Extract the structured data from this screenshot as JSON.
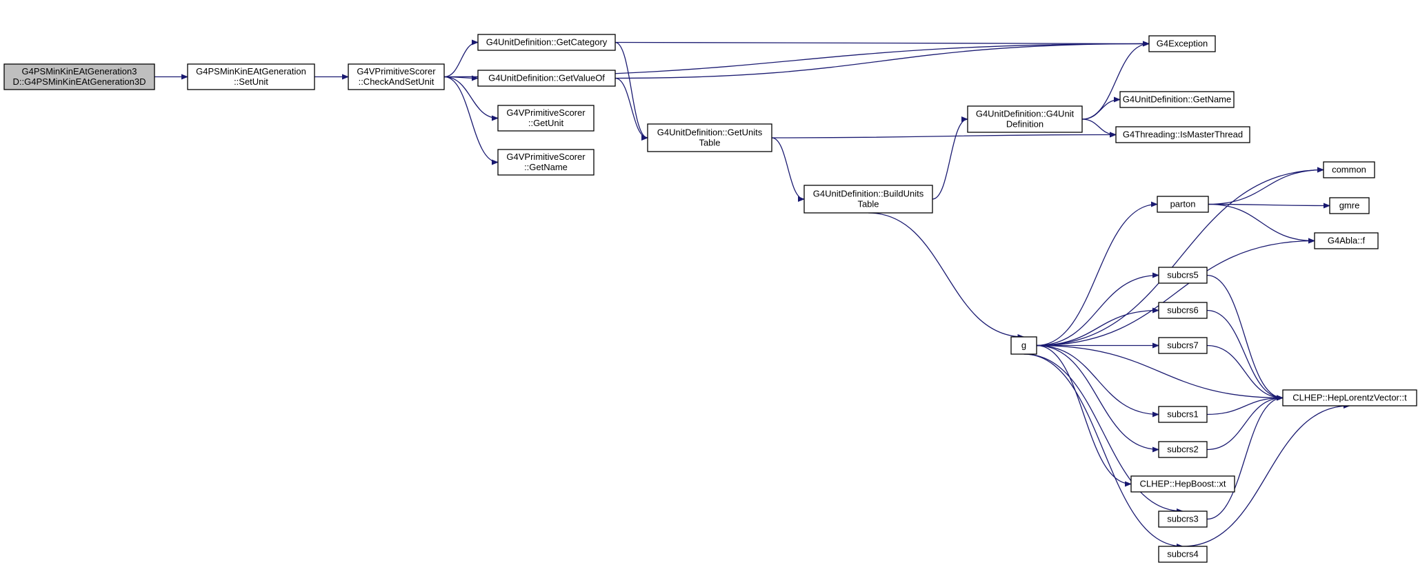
{
  "colors": {
    "edge": "#191970",
    "node_fill": "#ffffff",
    "root_fill": "#bfbfbf",
    "node_border": "#000000"
  },
  "nodes": [
    {
      "id": "root",
      "lines": [
        "G4PSMinKinEAtGeneration3",
        "D::G4PSMinKinEAtGeneration3D"
      ],
      "root": true
    },
    {
      "id": "setunit",
      "lines": [
        "G4PSMinKinEAtGeneration",
        "::SetUnit"
      ]
    },
    {
      "id": "checkandsetunit",
      "lines": [
        "G4VPrimitiveScorer",
        "::CheckAndSetUnit"
      ]
    },
    {
      "id": "getcategory",
      "lines": [
        "G4UnitDefinition::GetCategory"
      ]
    },
    {
      "id": "getvalueof",
      "lines": [
        "G4UnitDefinition::GetValueOf"
      ]
    },
    {
      "id": "getunit",
      "lines": [
        "G4VPrimitiveScorer",
        "::GetUnit"
      ]
    },
    {
      "id": "vps_getname",
      "lines": [
        "G4VPrimitiveScorer",
        "::GetName"
      ]
    },
    {
      "id": "getunitstable",
      "lines": [
        "G4UnitDefinition::GetUnits",
        "Table"
      ]
    },
    {
      "id": "buildunitstable",
      "lines": [
        "G4UnitDefinition::BuildUnits",
        "Table"
      ]
    },
    {
      "id": "g4exception",
      "lines": [
        "G4Exception"
      ]
    },
    {
      "id": "g4unitdefinition",
      "lines": [
        "G4UnitDefinition::G4Unit",
        "Definition"
      ]
    },
    {
      "id": "ud_getname",
      "lines": [
        "G4UnitDefinition::GetName"
      ]
    },
    {
      "id": "ismasterthread",
      "lines": [
        "G4Threading::IsMasterThread"
      ]
    },
    {
      "id": "g",
      "lines": [
        "g"
      ]
    },
    {
      "id": "common",
      "lines": [
        "common"
      ]
    },
    {
      "id": "parton",
      "lines": [
        "parton"
      ]
    },
    {
      "id": "gmre",
      "lines": [
        "gmre"
      ]
    },
    {
      "id": "ablaf",
      "lines": [
        "G4Abla::f"
      ]
    },
    {
      "id": "subcrs5",
      "lines": [
        "subcrs5"
      ]
    },
    {
      "id": "subcrs6",
      "lines": [
        "subcrs6"
      ]
    },
    {
      "id": "subcrs7",
      "lines": [
        "subcrs7"
      ]
    },
    {
      "id": "subcrs1",
      "lines": [
        "subcrs1"
      ]
    },
    {
      "id": "subcrs2",
      "lines": [
        "subcrs2"
      ]
    },
    {
      "id": "hepboostxt",
      "lines": [
        "CLHEP::HepBoost::xt"
      ]
    },
    {
      "id": "subcrs3",
      "lines": [
        "subcrs3"
      ]
    },
    {
      "id": "subcrs4",
      "lines": [
        "subcrs4"
      ]
    },
    {
      "id": "heplorentzt",
      "lines": [
        "CLHEP::HepLorentzVector::t"
      ]
    }
  ],
  "edges": [
    {
      "from": "root",
      "to": "setunit"
    },
    {
      "from": "setunit",
      "to": "checkandsetunit"
    },
    {
      "from": "checkandsetunit",
      "to": "g4exception"
    },
    {
      "from": "checkandsetunit",
      "to": "getcategory"
    },
    {
      "from": "checkandsetunit",
      "to": "getvalueof"
    },
    {
      "from": "checkandsetunit",
      "to": "getunit"
    },
    {
      "from": "checkandsetunit",
      "to": "vps_getname"
    },
    {
      "from": "getcategory",
      "to": "g4exception"
    },
    {
      "from": "getcategory",
      "to": "getunitstable"
    },
    {
      "from": "getvalueof",
      "to": "g4exception"
    },
    {
      "from": "getvalueof",
      "to": "getunitstable"
    },
    {
      "from": "getunitstable",
      "to": "ismasterthread"
    },
    {
      "from": "getunitstable",
      "to": "buildunitstable"
    },
    {
      "from": "buildunitstable",
      "to": "g4unitdefinition"
    },
    {
      "from": "buildunitstable",
      "to": "g"
    },
    {
      "from": "g4unitdefinition",
      "to": "g4exception"
    },
    {
      "from": "g4unitdefinition",
      "to": "ud_getname"
    },
    {
      "from": "g4unitdefinition",
      "to": "ismasterthread"
    },
    {
      "from": "g",
      "to": "common"
    },
    {
      "from": "g",
      "to": "parton"
    },
    {
      "from": "g",
      "to": "ablaf"
    },
    {
      "from": "g",
      "to": "subcrs5"
    },
    {
      "from": "g",
      "to": "subcrs6"
    },
    {
      "from": "g",
      "to": "subcrs7"
    },
    {
      "from": "g",
      "to": "heplorentzt"
    },
    {
      "from": "g",
      "to": "subcrs1"
    },
    {
      "from": "g",
      "to": "subcrs2"
    },
    {
      "from": "g",
      "to": "hepboostxt"
    },
    {
      "from": "g",
      "to": "subcrs3"
    },
    {
      "from": "g",
      "to": "subcrs4"
    },
    {
      "from": "parton",
      "to": "common"
    },
    {
      "from": "parton",
      "to": "gmre"
    },
    {
      "from": "parton",
      "to": "ablaf"
    },
    {
      "from": "subcrs5",
      "to": "heplorentzt"
    },
    {
      "from": "subcrs6",
      "to": "heplorentzt"
    },
    {
      "from": "subcrs7",
      "to": "heplorentzt"
    },
    {
      "from": "subcrs1",
      "to": "heplorentzt"
    },
    {
      "from": "subcrs2",
      "to": "heplorentzt"
    },
    {
      "from": "subcrs3",
      "to": "heplorentzt"
    },
    {
      "from": "subcrs4",
      "to": "heplorentzt"
    }
  ]
}
